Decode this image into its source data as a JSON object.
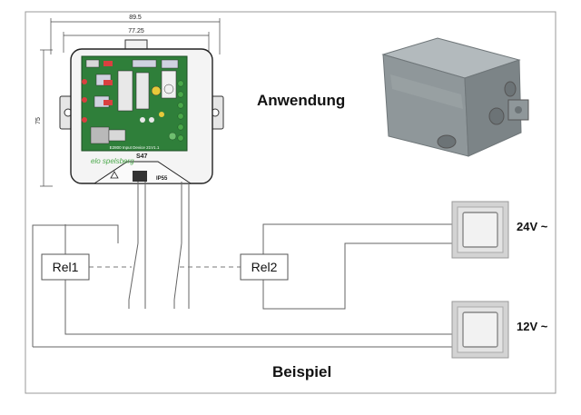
{
  "title": "Anwendung",
  "caption": "Beispiel",
  "dimensions": {
    "outer": "89.5",
    "inner": "77.25",
    "height": "75"
  },
  "pcb": {
    "board_label": "E2800 Input Device 21V1.1",
    "brand_logo": "elo spelsberg",
    "model": "S47",
    "rating": "IP55"
  },
  "relays": {
    "rel1": "Rel1",
    "rel2": "Rel2"
  },
  "switches": {
    "top_voltage": "24V ~",
    "bottom_voltage": "12V ~"
  },
  "colors": {
    "pcb_green": "#2f7f3a",
    "housing": "#8c9396",
    "line": "#666666"
  }
}
